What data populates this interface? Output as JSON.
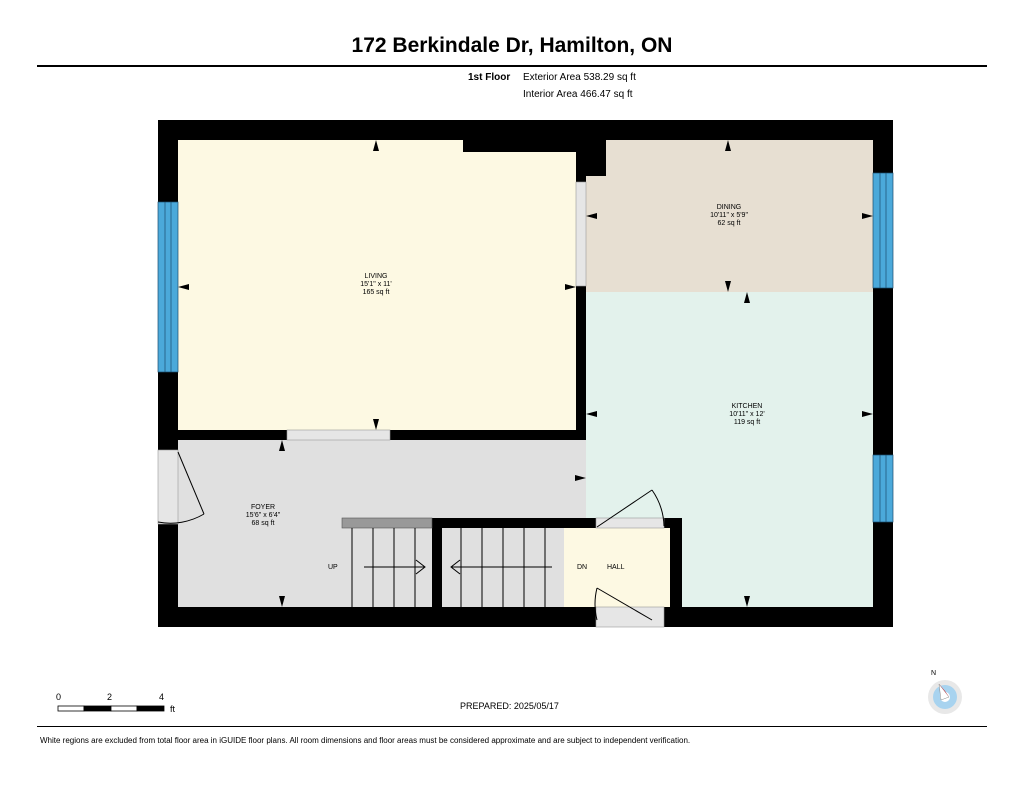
{
  "header": {
    "address": "172 Berkindale Dr, Hamilton, ON",
    "floor": "1st Floor",
    "exterior_area": "Exterior Area 538.29 sq ft",
    "interior_area": "Interior Area 466.47 sq ft"
  },
  "rooms": {
    "living": {
      "name": "LIVING",
      "dims": "15'1\" x 11'",
      "area": "165 sq ft",
      "color": "#fdf9e3"
    },
    "dining": {
      "name": "DINING",
      "dims": "10'11\" x 5'9\"",
      "area": "62 sq ft",
      "color": "#e7dfd2"
    },
    "kitchen": {
      "name": "KITCHEN",
      "dims": "10'11\" x 12'",
      "area": "119 sq ft",
      "color": "#e3f2ec"
    },
    "foyer": {
      "name": "FOYER",
      "dims": "15'6\" x 6'4\"",
      "area": "68 sq ft",
      "color": "#e0e0e0"
    },
    "hall": {
      "name": "HALL",
      "color": "#fdf9e3"
    }
  },
  "stairs": {
    "up_label": "UP",
    "down_label": "DN"
  },
  "colors": {
    "wall": "#000000",
    "window": "#4ba9da",
    "opening": "#e6e6e6"
  },
  "scale": {
    "ticks": [
      "0",
      "2",
      "4"
    ],
    "unit": "ft"
  },
  "compass": {
    "label": "N",
    "needle_color": "#e0262b"
  },
  "footer": {
    "prepared": "PREPARED: 2025/05/17",
    "disclaimer": "White regions are excluded from total floor area in iGUIDE floor plans. All room dimensions and floor areas must be considered approximate and are subject to independent verification."
  }
}
